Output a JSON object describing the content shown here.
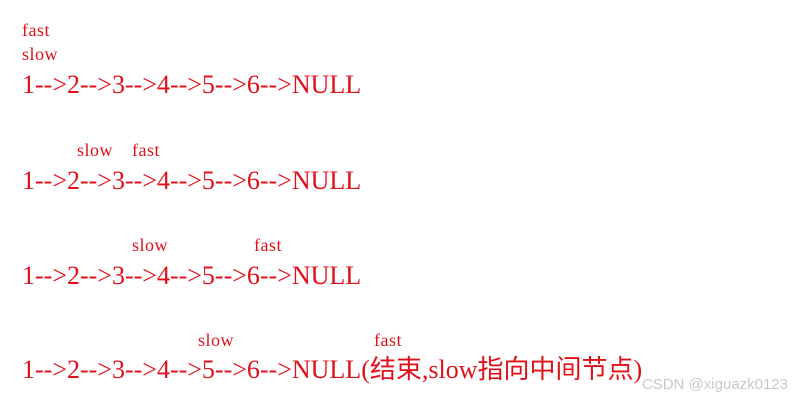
{
  "steps": [
    {
      "pointers": {
        "fast": "fast",
        "slow": "slow"
      },
      "list": "1-->2-->3-->4-->5-->6-->NULL"
    },
    {
      "pointers": {
        "slow": "slow",
        "fast": "fast"
      },
      "list": "1-->2-->3-->4-->5-->6-->NULL"
    },
    {
      "pointers": {
        "slow": "slow",
        "fast": "fast"
      },
      "list": "1-->2-->3-->4-->5-->6-->NULL"
    },
    {
      "pointers": {
        "slow": "slow",
        "fast": "fast"
      },
      "list": "1-->2-->3-->4-->5-->6-->NULL(结束,slow指向中间节点)"
    }
  ],
  "watermark": "CSDN @xiguazk0123",
  "colors": {
    "text": "#e0101a",
    "watermark": "#c9c9c9",
    "background": "#ffffff"
  }
}
